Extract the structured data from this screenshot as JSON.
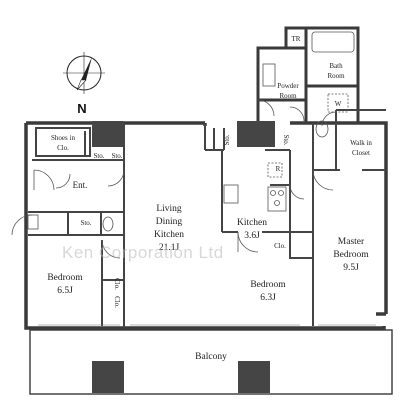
{
  "rooms": {
    "shoes_in_closet": [
      "Shoes in",
      "Clo."
    ],
    "storage_label": "Sto.",
    "entrance": "Ent.",
    "living": [
      "Living",
      "Dining",
      "Kitchen",
      "21.1J"
    ],
    "kitchen": [
      "Kitchen",
      "3.6J"
    ],
    "bedroom_left": [
      "Bedroom",
      "6.5J"
    ],
    "bedroom_mid": [
      "Bedroom",
      "6.3J"
    ],
    "master_bedroom": [
      "Master",
      "Bedroom",
      "9.5J"
    ],
    "walk_in_closet": [
      "Walk in",
      "Closet"
    ],
    "bath_room": [
      "Bath",
      "Room"
    ],
    "powder_room": [
      "Powder",
      "Room"
    ],
    "toilet_room": "TR",
    "washer": "W",
    "refrigerator": "R",
    "closet_label": "Clo.",
    "balcony": "Balcony"
  },
  "compass": {
    "north": "N"
  },
  "watermark": "Ken Corporation Ltd",
  "colors": {
    "wall": "#3a3a3a",
    "column": "#454545",
    "line": "#555555",
    "background": "#ffffff"
  },
  "icons": [
    "compass-icon",
    "toilet-icon",
    "bathtub-icon",
    "stove-icon",
    "sink-icon",
    "washbasin-icon",
    "washer-icon",
    "refrigerator-icon"
  ]
}
